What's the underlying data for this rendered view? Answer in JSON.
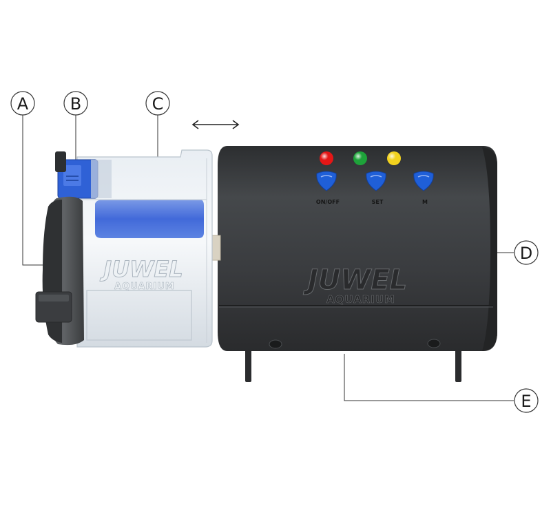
{
  "callouts": {
    "a": "A",
    "b": "B",
    "c": "C",
    "d": "D",
    "e": "E"
  },
  "buttons": {
    "on_off": "ON/OFF",
    "set": "SET",
    "manual": "M"
  },
  "branding": {
    "logo": "JUWEL",
    "sub": "AQUARIUM"
  },
  "colors": {
    "body": "#383a3c",
    "led_red": "#e51616",
    "led_green": "#1ea33a",
    "led_yellow": "#f2d21e",
    "button_blue": "#1f5fd8"
  }
}
